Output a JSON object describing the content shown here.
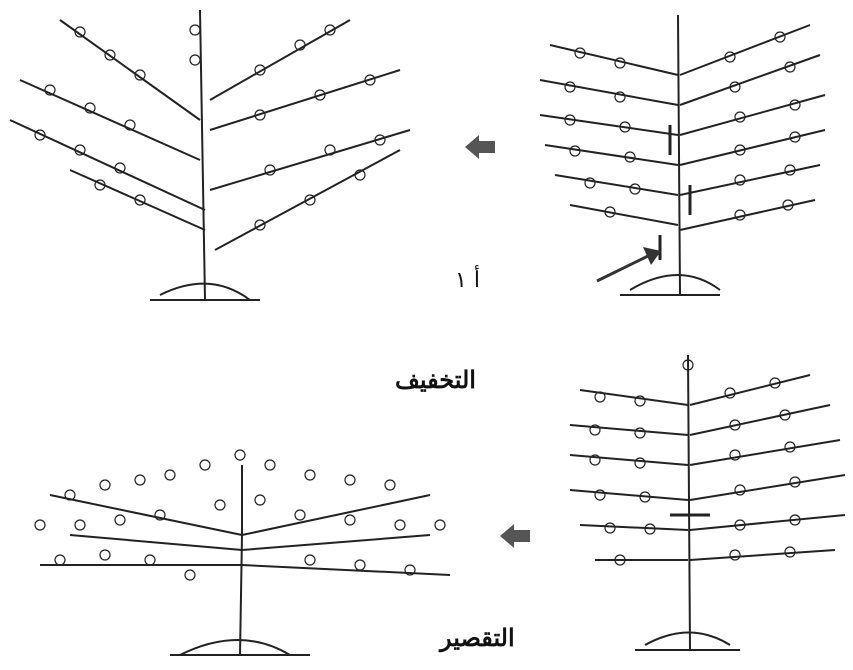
{
  "labels": {
    "thinning": "التخفيف",
    "heading_back": "التقصير",
    "panel_mark": "أ ١"
  },
  "icons": {
    "transition_arrow": "arrow-left-icon",
    "pointer_arrow": "arrow-up-right-icon"
  },
  "colors": {
    "ink": "#222222",
    "arrow": "#555555"
  }
}
